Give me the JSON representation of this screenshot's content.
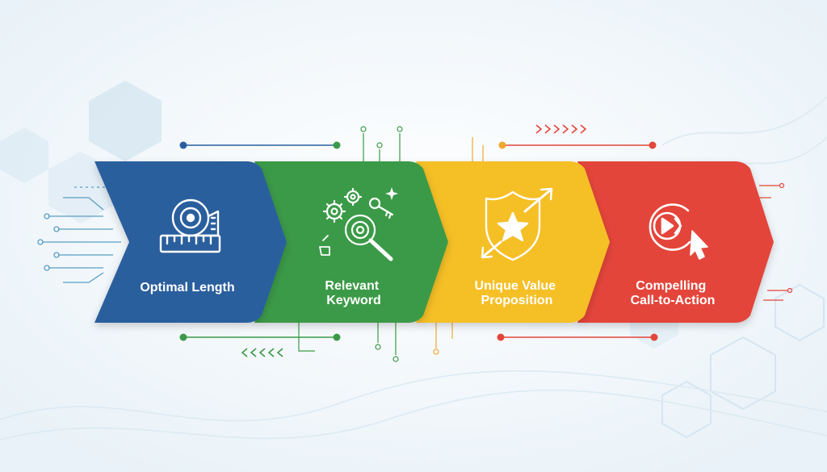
{
  "colors": {
    "background": "#f3f8fb",
    "hex_decor": "#d8e8f2",
    "circuit": "#5a9ec4"
  },
  "steps": [
    {
      "label_lines": [
        "Optimal Length"
      ],
      "icon": "measuring-tape-icon",
      "color": "#2a5f9e",
      "accent": "#2a5f9e"
    },
    {
      "label_lines": [
        "Relevant",
        "Keyword"
      ],
      "icon": "gears-magnifier-key-icon",
      "color": "#3a9a47",
      "accent": "#3a9a47"
    },
    {
      "label_lines": [
        "Unique Value",
        "Proposition"
      ],
      "icon": "shield-star-arrows-icon",
      "color": "#f5bf25",
      "accent": "#f0a830"
    },
    {
      "label_lines": [
        "Compelling",
        "Call-to-Action"
      ],
      "icon": "play-cursor-icon",
      "color": "#e4453a",
      "accent": "#e4453a"
    }
  ]
}
